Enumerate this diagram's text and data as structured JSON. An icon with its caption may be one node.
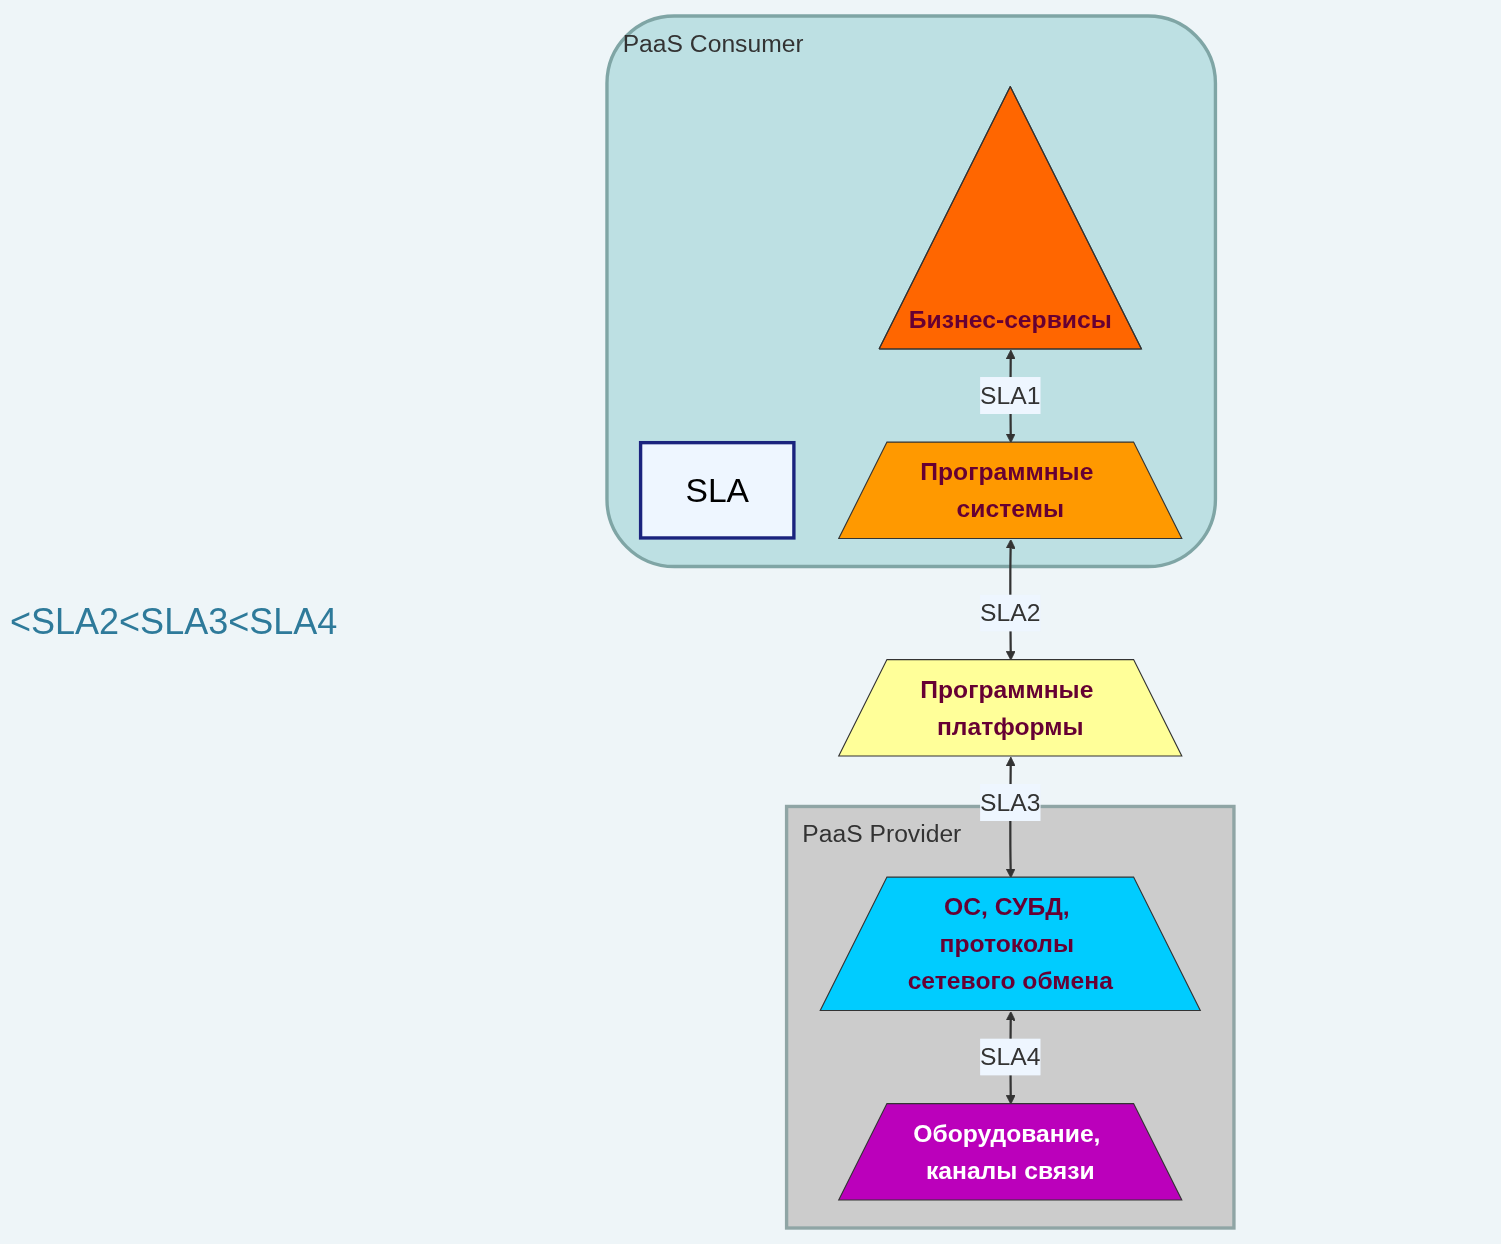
{
  "diagram": {
    "nodes": [
      {
        "text": [
          "PaaS Consumer"
        ]
      },
      {
        "text": [
          "SLA"
        ],
        "in": 0
      },
      {
        "text": [
          "Бизнес-сервисы"
        ],
        "in": 0
      },
      {
        "text": [
          "Программные системы"
        ],
        "in": 0
      },
      {
        "text": [
          "PaaS Provider"
        ]
      },
      {
        "text": [
          "Программные платформы"
        ]
      },
      {
        "text": [
          "ОС, СУБД, протоколы сетевого обмена"
        ],
        "in": 4
      },
      {
        "text": [
          "Оборудование, каналы связи"
        ],
        "in": 4
      }
    ],
    "edges": [
      {
        "from": 2,
        "to": 3,
        "arrow": "both",
        "label": "SLA1"
      },
      {
        "from": 3,
        "to": 5,
        "arrow": "both",
        "label": "SLA2"
      },
      {
        "from": 5,
        "to": 6,
        "arrow": "both",
        "label": "SLA3"
      },
      {
        "from": 6,
        "to": 7,
        "arrow": "both",
        "label": "SLA4"
      }
    ],
    "labels": [
      "<SLA2<SLA3<SLA4"
    ]
  }
}
